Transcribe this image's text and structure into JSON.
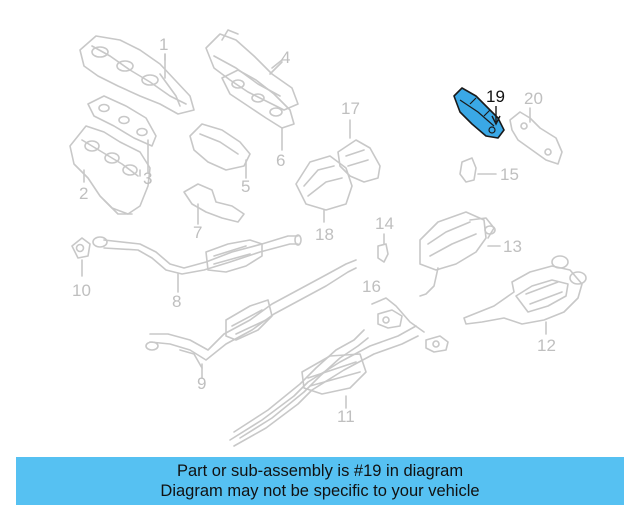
{
  "colors": {
    "part_stroke": "#c8c8c8",
    "label_gray": "#bfbfbf",
    "highlight_fill": "#3aa8e6",
    "highlight_stroke": "#1a1a1a",
    "banner_bg": "#56c1f2"
  },
  "callouts": [
    "1",
    "2",
    "3",
    "4",
    "5",
    "6",
    "7",
    "8",
    "9",
    "10",
    "11",
    "12",
    "13",
    "14",
    "15",
    "16",
    "17",
    "18",
    "19",
    "20"
  ],
  "highlighted_part": "19",
  "banner": {
    "line1": "Part or sub-assembly is #19 in diagram",
    "line2": "Diagram may not be specific to your vehicle"
  }
}
